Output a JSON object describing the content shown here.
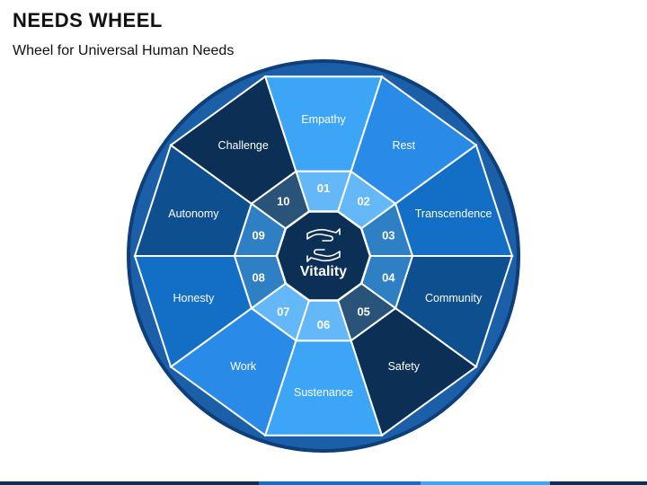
{
  "title": "NEEDS WHEEL",
  "subtitle": "Wheel for Universal Human Needs",
  "center": {
    "label": "Vitality",
    "icon": "hands-icon"
  },
  "segments": [
    {
      "num": "01",
      "label": "Empathy",
      "outer_color": "#3ca5f5",
      "inner_color": "#64b8f8"
    },
    {
      "num": "02",
      "label": "Rest",
      "outer_color": "#2a8ae8",
      "inner_color": "#64b8f8"
    },
    {
      "num": "03",
      "label": "Transcendence",
      "outer_color": "#136fc6",
      "inner_color": "#2f7fc4"
    },
    {
      "num": "04",
      "label": "Community",
      "outer_color": "#0e4f8f",
      "inner_color": "#2f7fc4"
    },
    {
      "num": "05",
      "label": "Safety",
      "outer_color": "#0b2f55",
      "inner_color": "#2a5379"
    },
    {
      "num": "06",
      "label": "Sustenance",
      "outer_color": "#3ca5f5",
      "inner_color": "#64b8f8"
    },
    {
      "num": "07",
      "label": "Work",
      "outer_color": "#2a8ae8",
      "inner_color": "#64b8f8"
    },
    {
      "num": "08",
      "label": "Honesty",
      "outer_color": "#136fc6",
      "inner_color": "#2f7fc4"
    },
    {
      "num": "09",
      "label": "Autonomy",
      "outer_color": "#0e4f8f",
      "inner_color": "#2f7fc4"
    },
    {
      "num": "10",
      "label": "Challenge",
      "outer_color": "#0b2f55",
      "inner_color": "#2a5379"
    }
  ],
  "colors": {
    "outer_ring": "#0f3f7a",
    "outer_ring_fill": "#1b5fa8",
    "center": "#0b2f55",
    "separator": "#ffffff",
    "bottom_bar": [
      "#0b2f55",
      "#136fc6",
      "#3ca5f5",
      "#0b2f55"
    ]
  }
}
